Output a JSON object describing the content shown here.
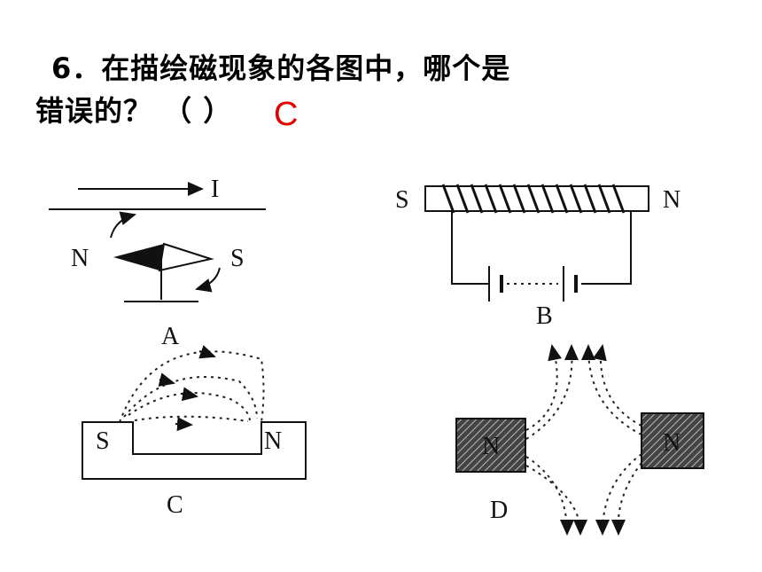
{
  "question": {
    "line1": "6．在描绘磁现象的各图中，哪个是",
    "line2": "错误的？  （         ）",
    "answer": "C"
  },
  "figures": {
    "A": {
      "caption": "A",
      "current": "I",
      "north": "N",
      "south": "S"
    },
    "B": {
      "caption": "B",
      "south": "S",
      "north": "N"
    },
    "C": {
      "caption": "C",
      "south": "S",
      "north": "N"
    },
    "D": {
      "caption": "D",
      "left_pole": "N",
      "right_pole": "N"
    }
  }
}
